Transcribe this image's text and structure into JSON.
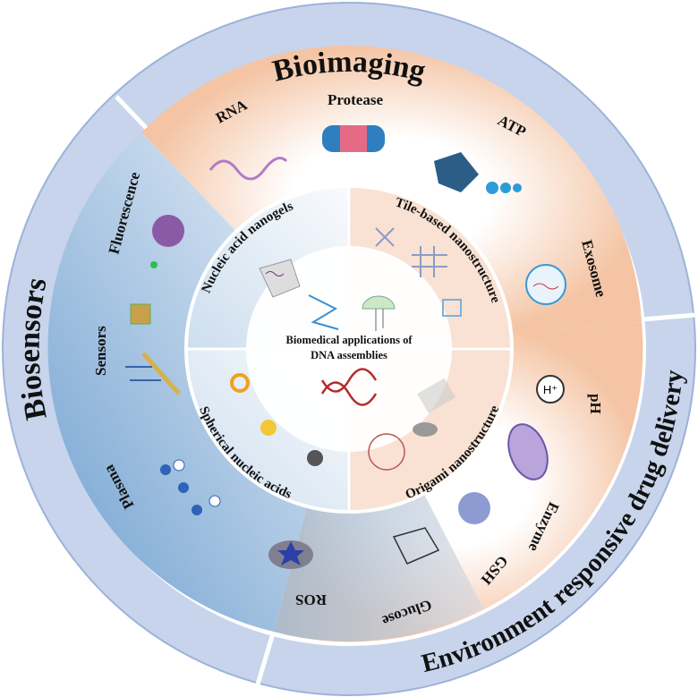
{
  "outer_ring": {
    "top": "Bioimaging",
    "left": "Biosensors",
    "right": "Environment responsive drug delivery"
  },
  "middle_ring": {
    "bioimaging": [
      "RNA",
      "Protease",
      "ATP",
      "Exosome"
    ],
    "biosensors": [
      "Fluorescence",
      "Sensors",
      "Plasma"
    ],
    "drug_delivery": [
      "pH",
      "Enzyme",
      "GSH",
      "Glucose",
      "ROS"
    ],
    "ph_icon_label": "H⁺"
  },
  "inner_ring": {
    "nanogels": "Nucleic acid nanogels",
    "tile": "Tile-based nanostructure",
    "origami": "Origami nanostructure",
    "spherical": "Spherical nucleic acids"
  },
  "center": {
    "line1": "Biomedical applications of",
    "line2": "DNA assemblies"
  },
  "colors": {
    "ring": "#b8c8e4",
    "peach": "#f5cdb2",
    "blue": "#8fb6d9",
    "accent": "#6f8fc4"
  }
}
